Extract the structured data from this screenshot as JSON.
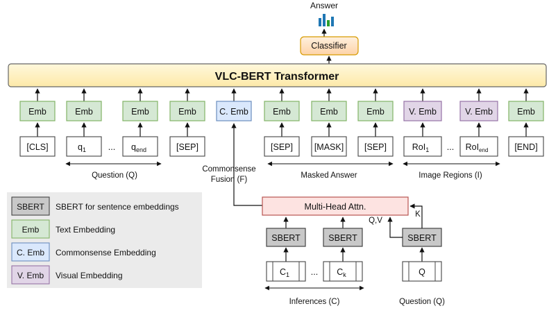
{
  "answer_label": "Answer",
  "classifier_label": "Classifier",
  "transformer_label": "VLC-BERT Transformer",
  "emb_boxes": [
    {
      "id": "cls",
      "label": "Emb",
      "kind": "text"
    },
    {
      "id": "q1",
      "label": "Emb",
      "kind": "text"
    },
    {
      "id": "qend",
      "label": "Emb",
      "kind": "text"
    },
    {
      "id": "sep1",
      "label": "Emb",
      "kind": "text"
    },
    {
      "id": "commonsense",
      "label": "C. Emb",
      "kind": "commonsense"
    },
    {
      "id": "sep2",
      "label": "Emb",
      "kind": "text"
    },
    {
      "id": "mask",
      "label": "Emb",
      "kind": "text"
    },
    {
      "id": "sep3",
      "label": "Emb",
      "kind": "text"
    },
    {
      "id": "roi1",
      "label": "V. Emb",
      "kind": "visual"
    },
    {
      "id": "roiend",
      "label": "V. Emb",
      "kind": "visual"
    },
    {
      "id": "end",
      "label": "Emb",
      "kind": "text"
    }
  ],
  "tokens": {
    "cls": "[CLS]",
    "q1_base": "q",
    "q1_sub": "1",
    "qend_base": "q",
    "qend_sub": "end",
    "sep1": "[SEP]",
    "sep2": "[SEP]",
    "mask": "[MASK]",
    "sep3": "[SEP]",
    "roi1_base": "RoI",
    "roi1_sub": "1",
    "roiend_base": "RoI",
    "roiend_sub": "end",
    "end": "[END]"
  },
  "ellipsis": "...",
  "group_labels": {
    "question": "Question (Q)",
    "masked_answer": "Masked Answer",
    "image_regions": "Image Regions (I)",
    "inferences": "Inferences (C)",
    "question_bottom": "Question (Q)"
  },
  "fusion_label_line1": "Commonsense",
  "fusion_label_line2": "Fusion (F)",
  "mha_label": "Multi-Head Attn.",
  "sbert_label": "SBERT",
  "qv_label": "Q,V",
  "k_label": "K",
  "inference_tokens": {
    "c1_base": "C",
    "c1_sub": "1",
    "ck_base": "C",
    "ck_sub": "k",
    "q": "Q"
  },
  "legend": [
    {
      "key": "SBERT",
      "desc": "SBERT for sentence embeddings",
      "kind": "sbert"
    },
    {
      "key": "Emb",
      "desc": "Text Embedding",
      "kind": "text"
    },
    {
      "key": "C. Emb",
      "desc": "Commonsense Embedding",
      "kind": "commonsense"
    },
    {
      "key": "V. Emb",
      "desc": "Visual Embedding",
      "kind": "visual"
    }
  ],
  "colors": {
    "text_emb_fill": "#d5e8d4",
    "text_emb_stroke": "#82b366",
    "commonsense_fill": "#dae8fc",
    "commonsense_stroke": "#6c8ebf",
    "visual_fill": "#e1d5e7",
    "visual_stroke": "#9673a6",
    "sbert_fill": "#c8c8c8",
    "transformer_fill": "#fff2cc",
    "classifier_fill": "#ffe6cc",
    "classifier_stroke": "#d79b00",
    "mha_fill": "#f8cecc",
    "mha_stroke": "#b85450",
    "legend_bg": "#ebebeb",
    "answer_icon_blue": "#1f77b4",
    "answer_icon_green": "#2ca02c"
  }
}
